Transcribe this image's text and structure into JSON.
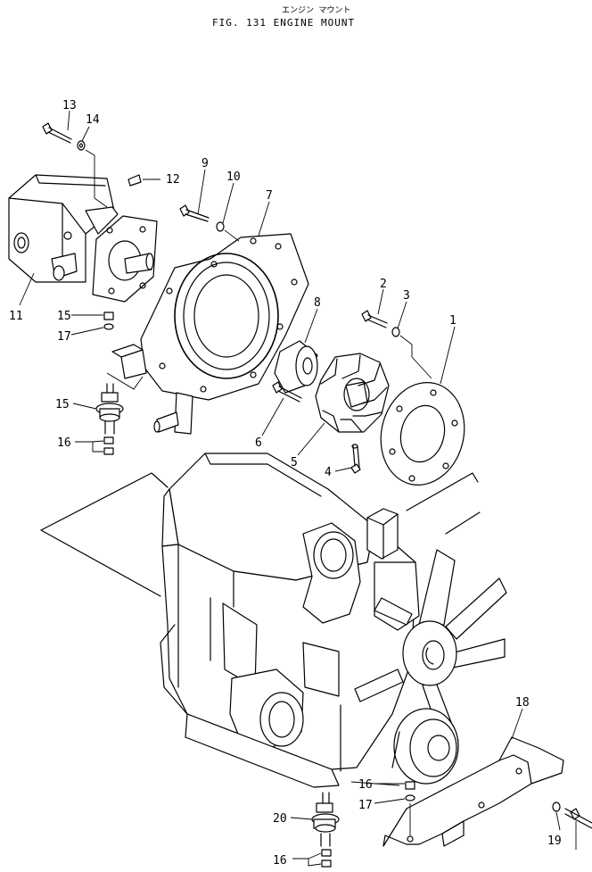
{
  "figure": {
    "subtitle": "エンジン マウント",
    "title": "FIG. 131  ENGINE MOUNT"
  },
  "callouts": [
    "1",
    "2",
    "3",
    "4",
    "5",
    "6",
    "7",
    "8",
    "9",
    "10",
    "11",
    "12",
    "13",
    "14",
    "15",
    "16",
    "16",
    "16",
    "16",
    "17",
    "17",
    "18",
    "19",
    "20",
    "15"
  ],
  "colors": {
    "ink": "#000000",
    "paper": "#ffffff"
  }
}
